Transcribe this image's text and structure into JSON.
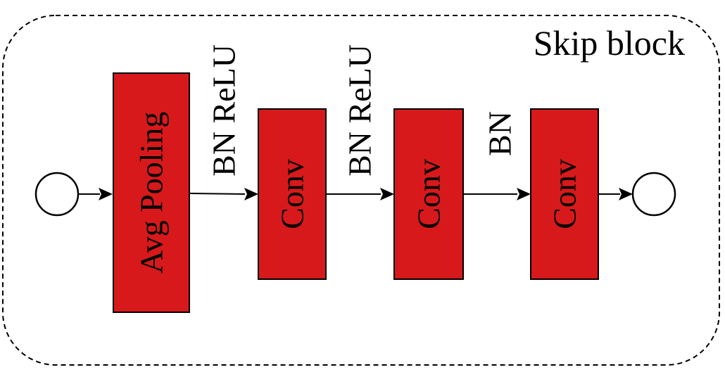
{
  "group": {
    "title": "Skip block"
  },
  "blocks": [
    {
      "id": "avg-pooling",
      "label": "Avg Pooling"
    },
    {
      "id": "conv-1",
      "label": "Conv"
    },
    {
      "id": "conv-2",
      "label": "Conv"
    },
    {
      "id": "conv-3",
      "label": "Conv"
    }
  ],
  "edge_labels": {
    "pool_to_conv1": "BN ReLU",
    "conv1_to_conv2": "BN ReLU",
    "conv2_to_conv3": "BN"
  },
  "colors": {
    "block_fill": "#d7191c",
    "stroke": "#000000",
    "background": "#ffffff"
  }
}
